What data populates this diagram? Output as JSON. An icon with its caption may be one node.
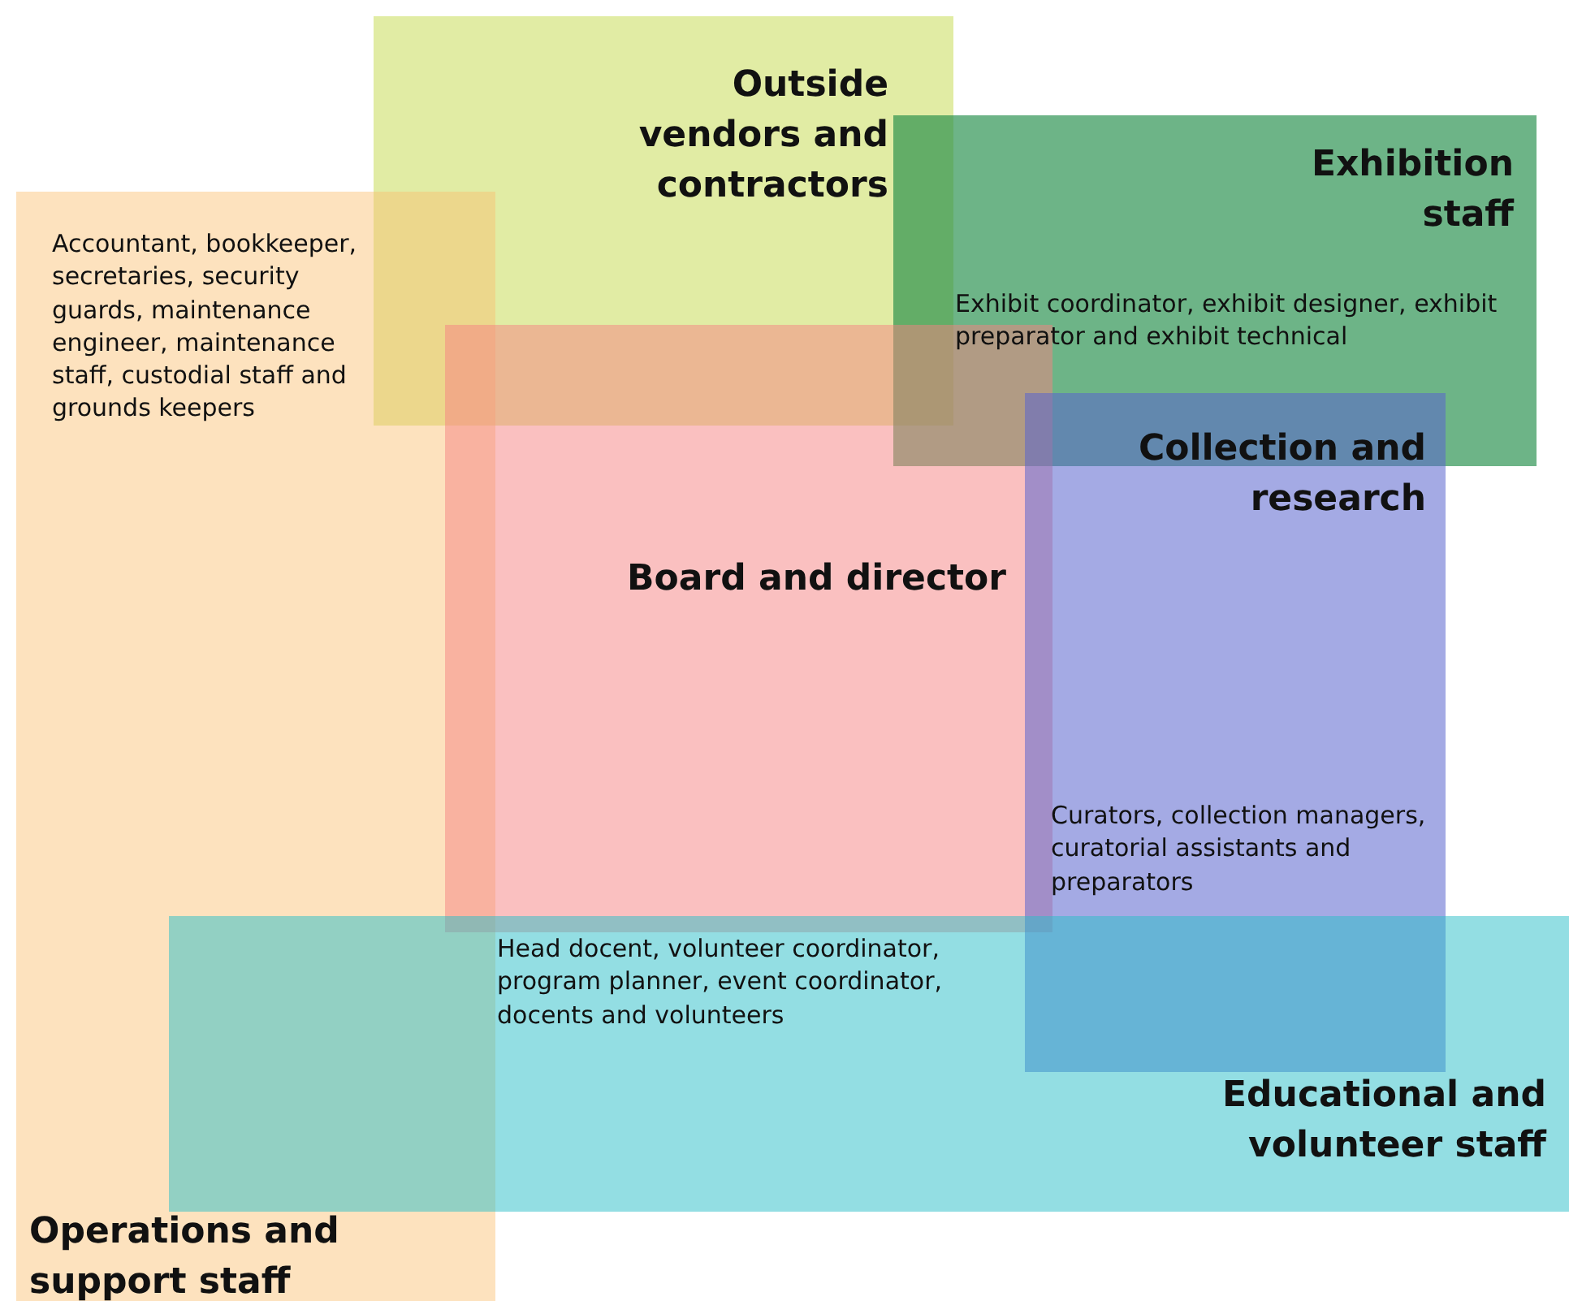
{
  "diagram": {
    "nodes": [
      {
        "text": [
          "Outside vendors and contractors"
        ]
      },
      {
        "text": [
          "Exhibition staff",
          "Exhibit coordinator, exhibit designer, exhibit preparator and exhibit technical"
        ]
      },
      {
        "text": [
          "Accountant, bookkeeper, secretaries, security guards, maintenance engineer, maintenance staff, custodial staff and grounds keepers",
          "Operations and support staff"
        ]
      },
      {
        "text": [
          "Board and director"
        ]
      },
      {
        "text": [
          "Collection and research",
          "Curators, collection managers, curatorial assistants and preparators"
        ]
      },
      {
        "text": [
          "Head docent, volunteer coordinator, program planner, event coordinator, docents and volunteers",
          "Educational and volunteer staff"
        ]
      }
    ]
  }
}
